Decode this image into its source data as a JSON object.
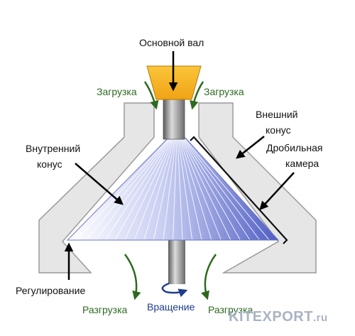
{
  "labels": {
    "main_shaft": "Основной вал",
    "load_left": "Загрузка",
    "load_right": "Загрузка",
    "outer_cone_1": "Внешний",
    "outer_cone_2": "конус",
    "crushing_chamber_1": "Дробильная",
    "crushing_chamber_2": "камера",
    "inner_cone_1": "Внутренний",
    "inner_cone_2": "конус",
    "regulation": "Регулирование",
    "unload_left": "Разгрузка",
    "rotation": "Вращение",
    "unload_right": "Разгрузка"
  },
  "watermark": {
    "brand": "KITEXPORT",
    "tld": ".ru"
  },
  "colors": {
    "body_gray": "#e6e6e6",
    "body_outline": "#9a9a9a",
    "cone_light": "#f2f4ff",
    "cone_dark": "#5563c7",
    "hopper_yellow": "#f7b31c",
    "shaft_gray": "#8a8a8a",
    "arrow_green": "#2d6a1f",
    "arrow_blue": "#1e3d8f",
    "arrow_black": "#000000"
  }
}
